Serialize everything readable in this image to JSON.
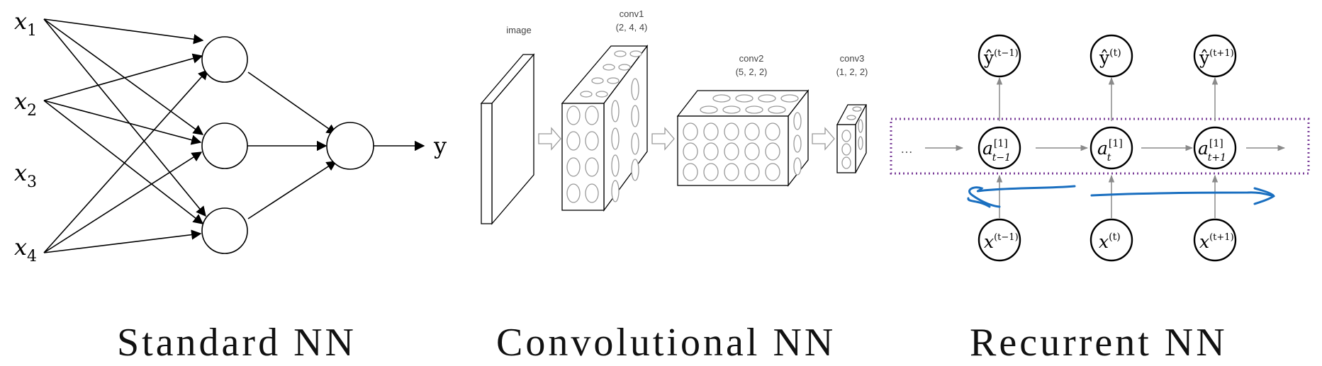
{
  "panels": {
    "standard": {
      "caption": "Standard NN",
      "inputs": [
        "x",
        "x",
        "x",
        "x"
      ],
      "input_subscripts": [
        "1",
        "2",
        "3",
        "4"
      ],
      "output_label": "y"
    },
    "convolutional": {
      "caption": "Convolutional NN",
      "image_label": "image",
      "layers": [
        {
          "name": "conv1",
          "shape": "(2, 4, 4)"
        },
        {
          "name": "conv2",
          "shape": "(5, 2, 2)"
        },
        {
          "name": "conv3",
          "shape": "(1, 2, 2)"
        }
      ]
    },
    "recurrent": {
      "caption": "Recurrent NN",
      "ellipsis": "…",
      "outputs": [
        {
          "base": "ŷ",
          "sup": "(t−1)"
        },
        {
          "base": "ŷ",
          "sup": "(t)"
        },
        {
          "base": "ŷ",
          "sup": "(t+1)"
        }
      ],
      "hidden": [
        {
          "base": "a",
          "sup": "[1]",
          "sub": "t−1"
        },
        {
          "base": "a",
          "sup": "[1]",
          "sub": "t"
        },
        {
          "base": "a",
          "sup": "[1]",
          "sub": "t+1"
        }
      ],
      "inputs": [
        {
          "base": "x",
          "sup": "(t−1)"
        },
        {
          "base": "x",
          "sup": "(t)"
        },
        {
          "base": "x",
          "sup": "(t+1)"
        }
      ]
    }
  },
  "colors": {
    "ink": "#000000",
    "gray_arrow": "#8a8a8a",
    "dotted_box": "#7b3f99",
    "annotation": "#1a6fc0"
  }
}
